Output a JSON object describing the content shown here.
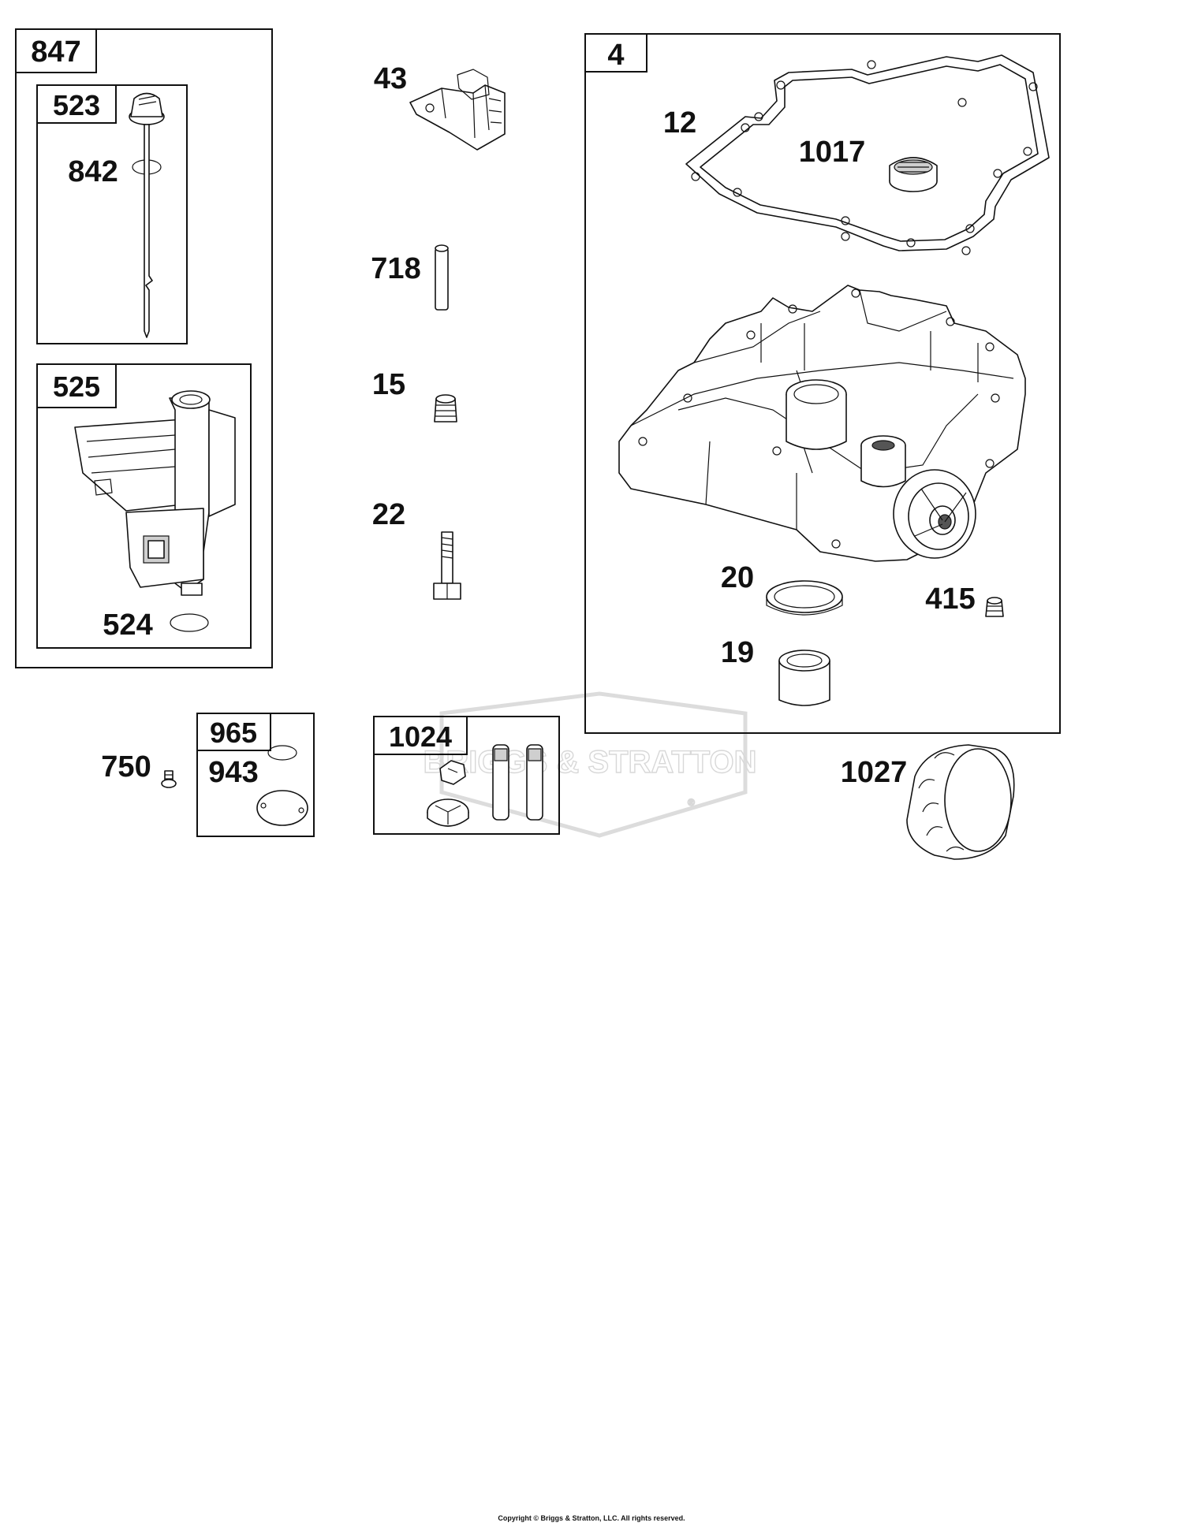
{
  "labels": {
    "kit_847": "847",
    "kit_523": "523",
    "part_842": "842",
    "kit_525": "525",
    "part_524": "524",
    "part_43": "43",
    "part_718": "718",
    "part_15": "15",
    "part_22": "22",
    "kit_4": "4",
    "part_12": "12",
    "part_1017": "1017",
    "part_20": "20",
    "part_415": "415",
    "part_19": "19",
    "part_750": "750",
    "kit_965": "965",
    "part_943": "943",
    "kit_1024": "1024",
    "part_1027": "1027"
  },
  "watermark": {
    "brand_text": "BRIGGS & STRATTON",
    "registered": "®"
  },
  "footer": {
    "copyright": "Copyright © Briggs & Stratton, LLC. All rights reserved."
  }
}
